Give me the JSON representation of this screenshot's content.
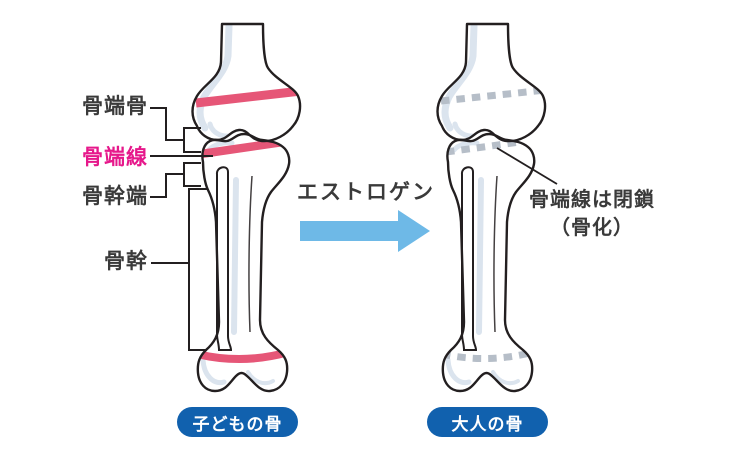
{
  "figure": {
    "left_panel": {
      "labels": [
        {
          "id": "epiphysis-bone",
          "text": "骨端骨"
        },
        {
          "id": "epiphyseal-line",
          "text": "骨端線"
        },
        {
          "id": "metaphysis",
          "text": "骨幹端"
        },
        {
          "id": "diaphysis",
          "text": "骨幹"
        }
      ],
      "badge": "子どもの骨"
    },
    "transition": {
      "label": "エストロゲン"
    },
    "right_panel": {
      "annotation_line1": "骨端線は閉鎖",
      "annotation_line2": "（骨化）",
      "badge": "大人の骨"
    },
    "colors": {
      "epiphyseal_line_pink": "#e65677",
      "epiphyseal_label_pink": "#e6188b",
      "closed_line_gray": "#b6bec8",
      "arrow_blue": "#6eb9e7",
      "badge_blue": "#1161ae",
      "bone_outline": "#231f20",
      "bone_shading": "#dbe4ee"
    }
  }
}
